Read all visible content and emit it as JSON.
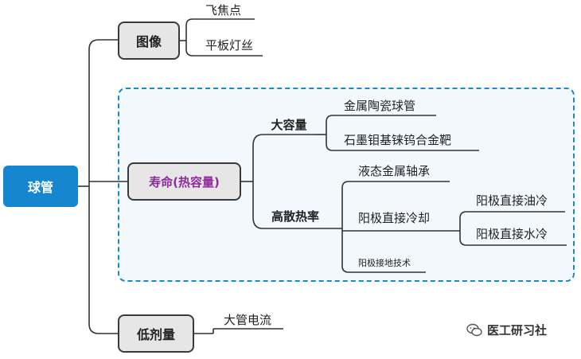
{
  "root": {
    "label": "球管"
  },
  "branches": {
    "image": {
      "label": "图像",
      "children": [
        "飞焦点",
        "平板灯丝"
      ]
    },
    "life": {
      "label": "寿命(热容量)",
      "large_capacity": {
        "label": "大容量",
        "children": [
          "金属陶瓷球管",
          "石墨钼基铼钨合金靶"
        ]
      },
      "high_dissipation": {
        "label": "高散热率",
        "children": [
          "液态金属轴承",
          "阳极直接冷却",
          "阳极接地技术"
        ],
        "direct_cooling": [
          "阳极直接油冷",
          "阳极直接水冷"
        ]
      }
    },
    "low_dose": {
      "label": "低剂量",
      "children": [
        "大管电流"
      ]
    }
  },
  "watermark": {
    "text": "医工研习社",
    "icon": "wechat-icon"
  },
  "colors": {
    "root": "#1686d0",
    "group_border": "#1a8ac8",
    "life_text": "#8e2b9a",
    "node_fill": "#e6e6e6"
  }
}
